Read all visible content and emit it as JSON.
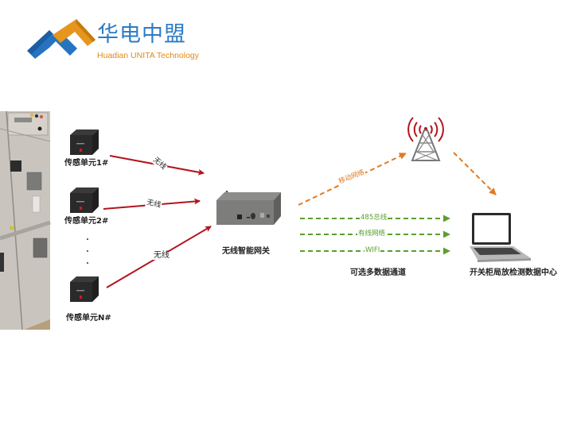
{
  "logo": {
    "name_cn": "华电中盟",
    "name_en": "Huadian UNITA Technology",
    "colors": {
      "blue": "#2d7bc4",
      "orange": "#e08a14"
    }
  },
  "sensors": [
    {
      "label": "传感单元1#",
      "link_label": "无线"
    },
    {
      "label": "传感单元2#",
      "link_label": "无线"
    },
    {
      "label": "传感单元N#",
      "link_label": "无线"
    }
  ],
  "ellipsis_dots": 3,
  "gateway": {
    "label": "无线智能网关"
  },
  "mobile_link": {
    "label": "移动网络",
    "color": "#e07b22"
  },
  "channels": {
    "caption": "可选多数据通道",
    "color": "#5aa02c",
    "items": [
      {
        "label": "485总线"
      },
      {
        "label": "有线网络"
      },
      {
        "label": "WIFI"
      }
    ]
  },
  "tower": {
    "icon": "cell-tower-icon"
  },
  "data_center": {
    "label": "开关柜局放检测数据中心"
  },
  "colors": {
    "wireless_link": "#b3141c"
  }
}
